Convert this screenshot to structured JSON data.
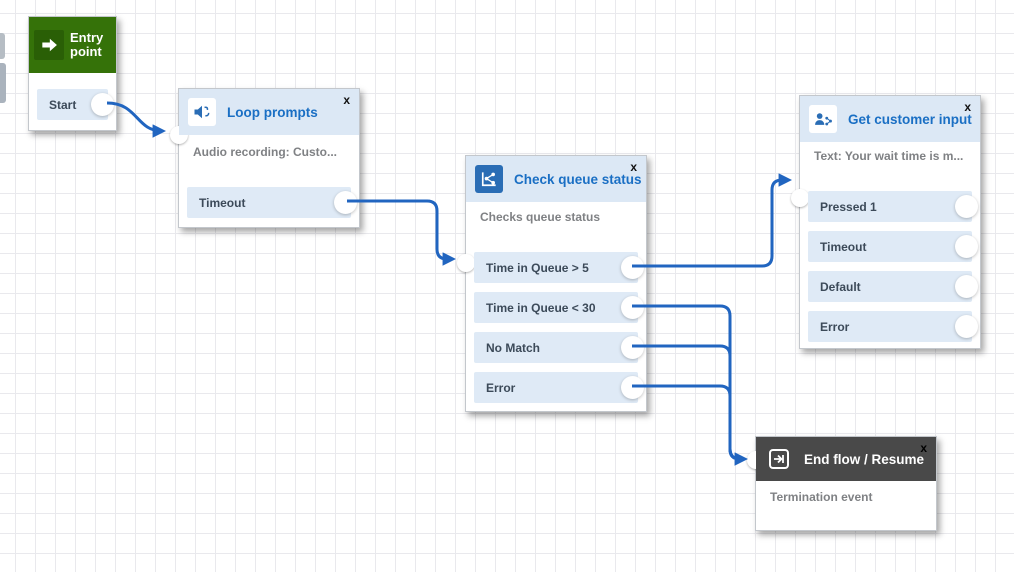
{
  "ui": {
    "close_label": "x"
  },
  "colors": {
    "connector_blue": "#2165c0",
    "header_light_blue": "#dce8f5",
    "row_light_blue": "#dfeaf6",
    "title_blue": "#1a6fc4",
    "row_text": "#3c4a59",
    "description_grey": "#7f8184",
    "entry_green": "#357209",
    "entry_green_dark": "#2a5f06",
    "terminal_dark": "#494949",
    "grid_line": "#e9e9ed"
  },
  "icons": {
    "entry": "arrow-right-icon",
    "loop": "speaker-loop-icon",
    "check": "branch-share-icon",
    "input": "customer-input-icon",
    "end": "end-flow-icon"
  },
  "nodes": [
    {
      "title": "Entry point",
      "rows": [
        {
          "label": "Start"
        }
      ]
    },
    {
      "title": "Loop prompts",
      "description": "Audio recording: Custo...",
      "rows": [
        {
          "label": "Timeout"
        }
      ]
    },
    {
      "title": "Check queue status",
      "description": "Checks queue status",
      "rows": [
        {
          "label": "Time in Queue > 5"
        },
        {
          "label": "Time in Queue < 30"
        },
        {
          "label": "No Match"
        },
        {
          "label": "Error"
        }
      ]
    },
    {
      "title": "Get customer input",
      "description": "Text: Your wait time is m...",
      "rows": [
        {
          "label": "Pressed 1"
        },
        {
          "label": "Timeout"
        },
        {
          "label": "Default"
        },
        {
          "label": "Error"
        }
      ]
    },
    {
      "title": "End flow / Resume",
      "description": "Termination event",
      "rows": []
    }
  ]
}
